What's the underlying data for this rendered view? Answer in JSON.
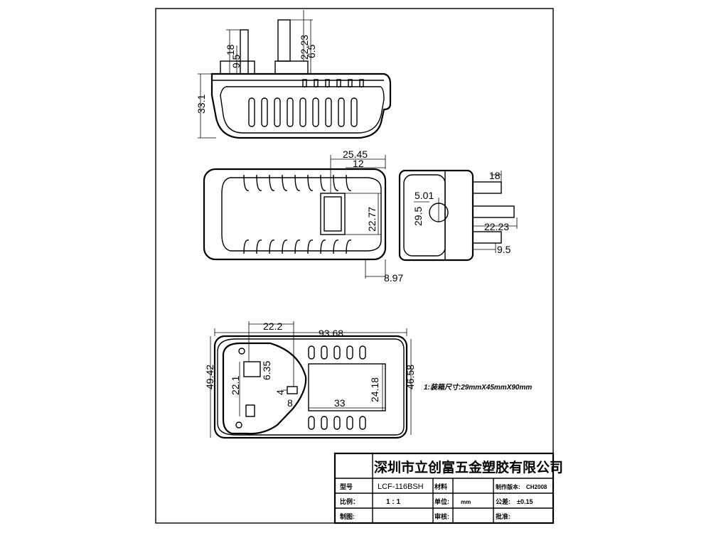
{
  "drawing": {
    "side_view": {
      "dims": [
        "18",
        "9.5",
        "22.23",
        "6.5",
        "33.1"
      ]
    },
    "top_view": {
      "dims": [
        "25.45",
        "12",
        "22.77",
        "8.97"
      ]
    },
    "end_view": {
      "dims": [
        "18",
        "5.01",
        "29.5",
        "22.23",
        "9.5"
      ]
    },
    "front_view": {
      "dims": [
        "22.2",
        "93.68",
        "49.42",
        "46.58",
        "24.18",
        "33",
        "22.1",
        "6.35",
        "4",
        "8"
      ]
    },
    "note": "1:装箱尺寸:29mmX45mmX90mm"
  },
  "title_block": {
    "company": "深圳市立创富五金塑胶有限公司",
    "logo_text": "",
    "rows": [
      {
        "label1": "型号",
        "value1": "LCF-116BSH",
        "label2": "材料",
        "value2": "",
        "label3": "制作版本:",
        "value3": "CH2008"
      },
      {
        "label1": "比例：",
        "value1": "1 : 1",
        "label2": "单位:",
        "value2": "mm",
        "label3": "公差:",
        "value3": "±0.15"
      },
      {
        "label1": "制图:",
        "value1": "",
        "label2": "审核:",
        "value2": "",
        "label3": "批准:",
        "value3": ""
      }
    ]
  }
}
